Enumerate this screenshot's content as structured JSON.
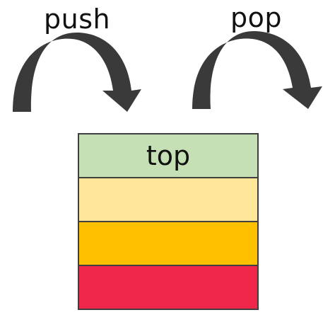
{
  "operations": {
    "push_label": "push",
    "pop_label": "pop"
  },
  "arrows": {
    "push_icon": "curved-arrow-icon",
    "pop_icon": "curved-arrow-icon",
    "color": "#3a3a3a"
  },
  "stack": {
    "border_color": "#3f3f3f",
    "blocks": [
      {
        "label": "top",
        "color": "#c5e0b4"
      },
      {
        "label": "",
        "color": "#ffe699"
      },
      {
        "label": "",
        "color": "#ffc000"
      },
      {
        "label": "",
        "color": "#f0264b"
      }
    ]
  }
}
